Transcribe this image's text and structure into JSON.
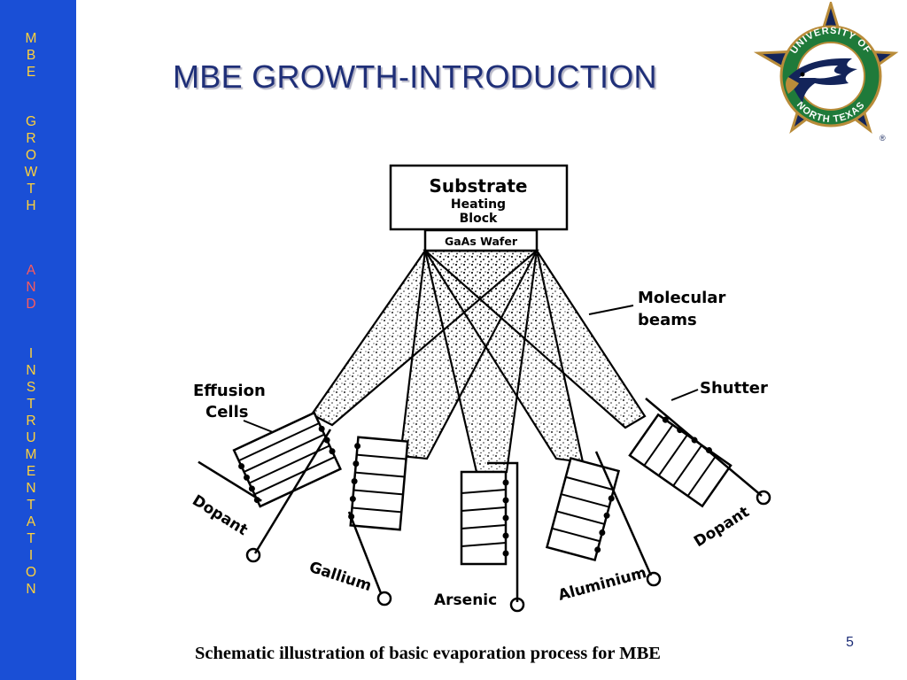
{
  "sidebar": {
    "mbe": [
      "M",
      "B",
      "E"
    ],
    "growth": [
      "G",
      "R",
      "O",
      "W",
      "T",
      "H"
    ],
    "and": [
      "A",
      "N",
      "D"
    ],
    "instrumentation": [
      "I",
      "N",
      "S",
      "T",
      "R",
      "U",
      "M",
      "E",
      "N",
      "T",
      "A",
      "T",
      "I",
      "O",
      "N"
    ]
  },
  "title": "MBE GROWTH-INTRODUCTION",
  "logo": {
    "top_arc": "UNIVERSITY OF",
    "bottom_arc": "NORTH TEXAS",
    "colors": {
      "green": "#1f7a3a",
      "navy": "#13245a",
      "gold": "#b98c3a"
    }
  },
  "diagram": {
    "substrate": "Substrate",
    "heating": "Heating",
    "block": "Block",
    "wafer": "GaAs Wafer",
    "molecular": "Molecular",
    "beams": "beams",
    "effusion": "Effusion",
    "cells": "Cells",
    "shutter": "Shutter",
    "sources": {
      "dopant_left": "Dopant",
      "gallium": "Gallium",
      "arsenic": "Arsenic",
      "aluminium": "Aluminium",
      "dopant_right": "Dopant"
    }
  },
  "caption": "Schematic illustration of basic evaporation process for MBE",
  "page_number": "5",
  "colors": {
    "sidebar": "#1a4fd6",
    "sidebar_text": "#ffd23a",
    "sidebar_accent": "#ff5a5a",
    "title": "#1f2f78"
  }
}
